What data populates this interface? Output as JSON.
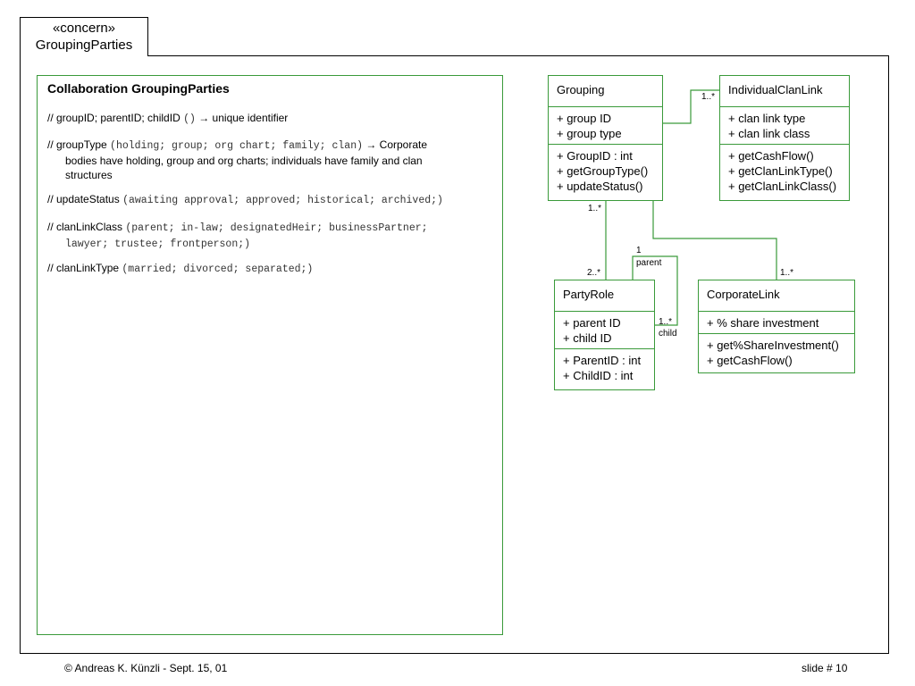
{
  "slide": {
    "tab_line1": "«concern»",
    "tab_line2": "GroupingParties",
    "footer_left": "© Andreas K. Künzli - Sept. 15, 01",
    "footer_right": "slide # 10"
  },
  "collaboration": {
    "title": "Collaboration GroupingParties",
    "notes": [
      {
        "id": "groupid",
        "line1": "// groupID; parentID; childID ",
        "mono1": "()",
        "rest1": " → unique identifier"
      },
      {
        "id": "grouptype",
        "line1": "// groupType ",
        "mono1": "(holding; group; org chart; family; clan)",
        "rest1": " → Corporate",
        "cont1": "bodies have holding, group and org charts; individuals have family and clan",
        "cont2": "structures"
      },
      {
        "id": "updatestatus",
        "line1": "// updateStatus ",
        "mono1": "(awaiting approval; approved; historical; archived;)"
      },
      {
        "id": "clanlinkclass",
        "line1": "// clanLinkClass ",
        "mono1": "(parent; in-law; designatedHeir; businessPartner;",
        "cont_mono": "lawyer; trustee; frontperson;)"
      },
      {
        "id": "clanlinktype",
        "line1": "// clanLinkType ",
        "mono1": "(married; divorced; separated;)"
      }
    ]
  },
  "classes": {
    "grouping": {
      "name": "Grouping",
      "attributes": [
        "+ group ID",
        "+ group type"
      ],
      "operations": [
        "+ GroupID : int",
        "+ getGroupType()",
        "+ updateStatus()"
      ]
    },
    "individual_clan_link": {
      "name": "IndividualClanLink",
      "attributes": [
        "+ clan link type",
        "+ clan link class"
      ],
      "operations": [
        "+ getCashFlow()",
        "+ getClanLinkType()",
        "+ getClanLinkClass()"
      ]
    },
    "party_role": {
      "name": "PartyRole",
      "attributes": [
        "+ parent ID",
        "+ child ID"
      ],
      "operations": [
        "+ ParentID : int",
        "+ ChildID : int"
      ]
    },
    "corporate_link": {
      "name": "CorporateLink",
      "attributes": [
        "+ % share investment"
      ],
      "operations": [
        "+ get%ShareInvestment()",
        "+ getCashFlow()"
      ]
    }
  },
  "multiplicities": {
    "grouping_to_clanlink": "1..*",
    "grouping_to_partyrole_top": "1..*",
    "partyrole_from_grouping": "2..*",
    "parent_mult": "1",
    "parent_role": "parent",
    "child_mult": "1..*",
    "child_role": "child",
    "corporate_mult": "1..*"
  },
  "colors": {
    "uml_line": "#3a9a3a",
    "frame": "#000000"
  }
}
